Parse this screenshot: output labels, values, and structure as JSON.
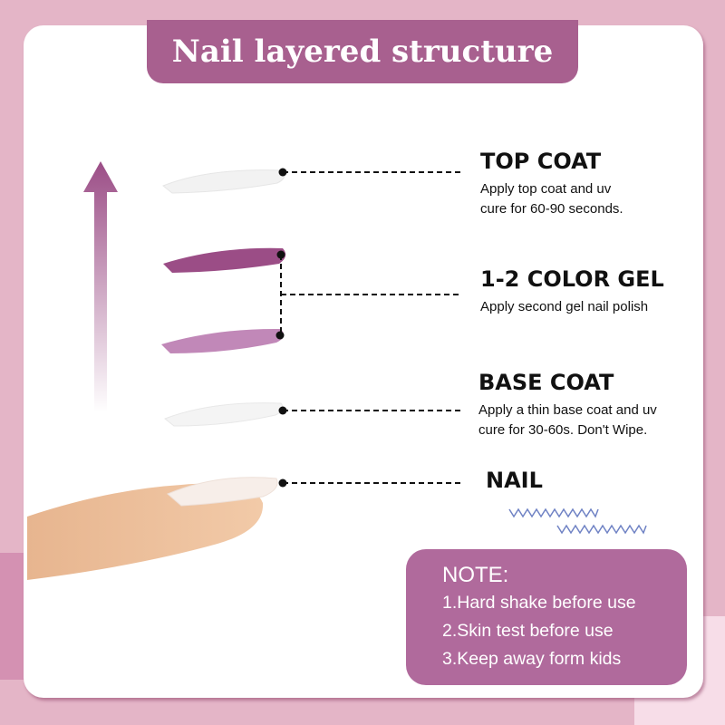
{
  "title": "Nail layered structure",
  "layers": [
    {
      "title": "TOP COAT",
      "description": [
        "Apply top coat and uv",
        "cure for 60-90 seconds."
      ]
    },
    {
      "title": "1-2 COLOR GEL",
      "description": [
        "Apply second gel nail polish"
      ]
    },
    {
      "title": "BASE COAT",
      "description": [
        "Apply a thin base coat and uv",
        "cure for 30-60s. Don't Wipe."
      ]
    },
    {
      "title": "NAIL",
      "description": []
    }
  ],
  "note": {
    "heading": "NOTE:",
    "items": [
      "1.Hard shake before use",
      "2.Skin test before use",
      "3.Keep away form kids"
    ]
  },
  "colors": {
    "accent": "#a8608f",
    "note_bg": "#b06a9c",
    "background": "#e4b5c7",
    "gel_dark": "#9b4d86",
    "gel_light": "#c188b8",
    "zigzag": "#6f82c4"
  }
}
